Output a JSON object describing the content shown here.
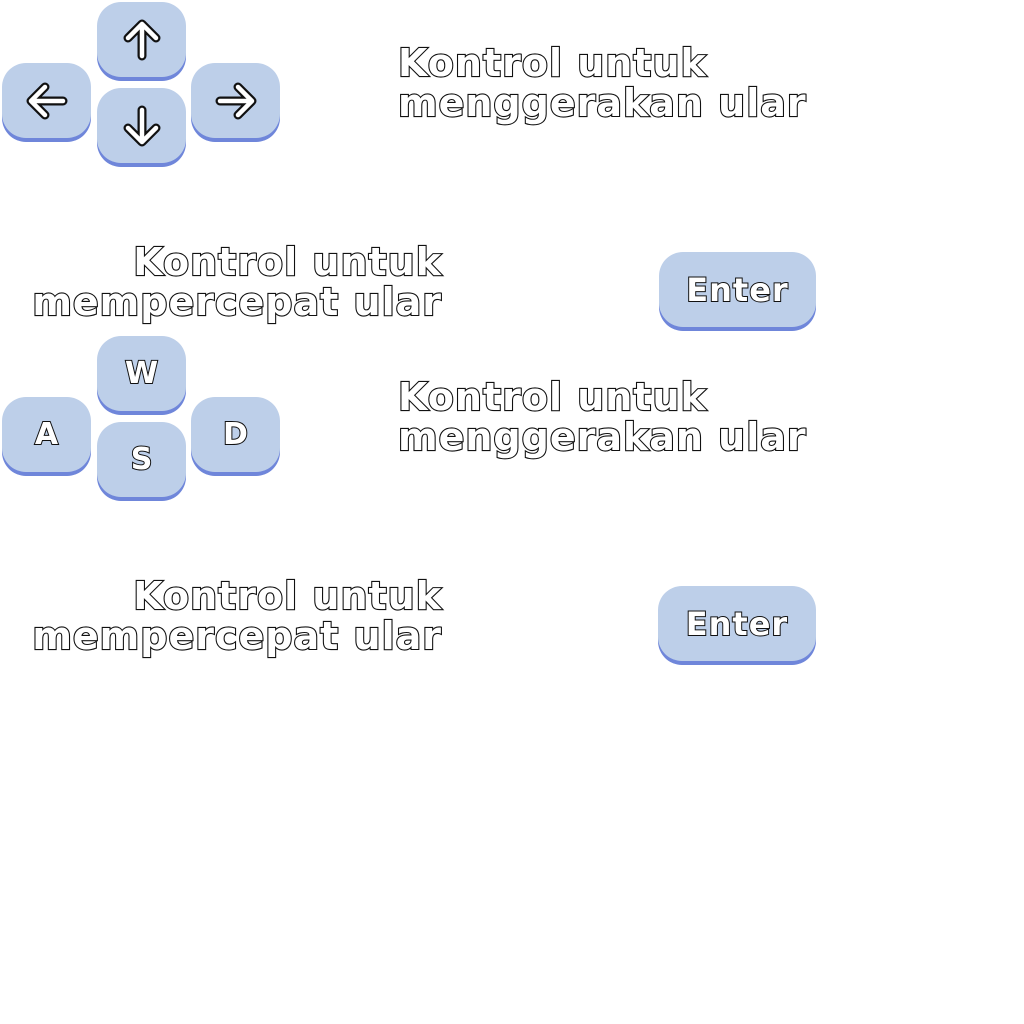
{
  "sections": [
    {
      "keys": {
        "up": {
          "icon": "arrow-up-icon"
        },
        "left": {
          "icon": "arrow-left-icon"
        },
        "down": {
          "icon": "arrow-down-icon"
        },
        "right": {
          "icon": "arrow-right-icon"
        }
      },
      "caption": [
        "Kontrol untuk",
        "menggerakan ular"
      ]
    },
    {
      "key": "Enter",
      "caption": [
        "Kontrol untuk",
        "mempercepat ular"
      ]
    },
    {
      "keys": {
        "up": "W",
        "left": "A",
        "down": "S",
        "right": "D"
      },
      "caption": [
        "Kontrol untuk",
        "menggerakan ular"
      ]
    },
    {
      "key": "Enter",
      "caption": [
        "Kontrol untuk",
        "mempercepat ular"
      ]
    }
  ],
  "colors": {
    "key_fill": "#bdcfe9",
    "key_shadow": "#6f86da",
    "text_fill": "#ffffff",
    "text_outline": "#111111"
  }
}
